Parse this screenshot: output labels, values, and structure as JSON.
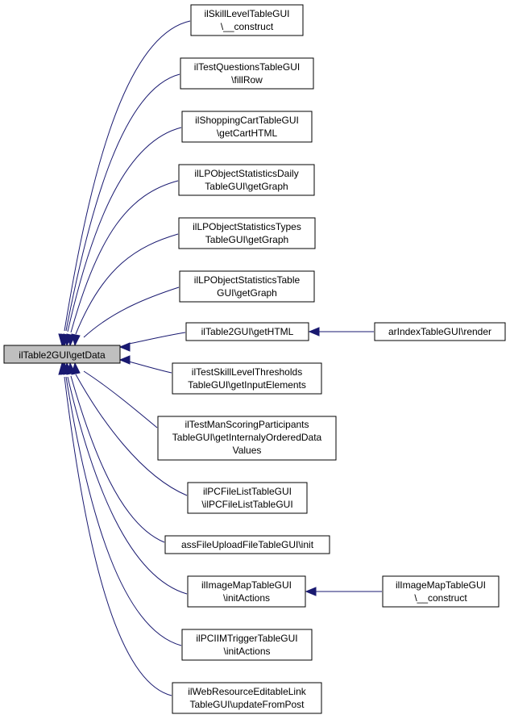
{
  "graph": {
    "colors": {
      "edge": "#191970",
      "root_fill": "#bfbfbf",
      "node_fill": "#ffffff",
      "border": "#000000"
    },
    "root": {
      "id": "root",
      "lines": [
        "ilTable2GUI\\getData"
      ]
    },
    "nodes": [
      {
        "id": "n1",
        "lines": [
          "ilSkillLevelTableGUI",
          "\\__construct"
        ]
      },
      {
        "id": "n2",
        "lines": [
          "ilTestQuestionsTableGUI",
          "\\fillRow"
        ]
      },
      {
        "id": "n3",
        "lines": [
          "ilShoppingCartTableGUI",
          "\\getCartHTML"
        ]
      },
      {
        "id": "n4",
        "lines": [
          "ilLPObjectStatisticsDaily",
          "TableGUI\\getGraph"
        ]
      },
      {
        "id": "n5",
        "lines": [
          "ilLPObjectStatisticsTypes",
          "TableGUI\\getGraph"
        ]
      },
      {
        "id": "n6",
        "lines": [
          "ilLPObjectStatisticsTable",
          "GUI\\getGraph"
        ]
      },
      {
        "id": "n7",
        "lines": [
          "ilTable2GUI\\getHTML"
        ]
      },
      {
        "id": "n8",
        "lines": [
          "ilTestSkillLevelThresholds",
          "TableGUI\\getInputElements"
        ]
      },
      {
        "id": "n9",
        "lines": [
          "ilTestManScoringParticipants",
          "TableGUI\\getInternalyOrderedData",
          "Values"
        ]
      },
      {
        "id": "n10",
        "lines": [
          "ilPCFileListTableGUI",
          "\\ilPCFileListTableGUI"
        ]
      },
      {
        "id": "n11",
        "lines": [
          "assFileUploadFileTableGUI\\init"
        ]
      },
      {
        "id": "n12",
        "lines": [
          "ilImageMapTableGUI",
          "\\initActions"
        ]
      },
      {
        "id": "n13",
        "lines": [
          "ilPCIIMTriggerTableGUI",
          "\\initActions"
        ]
      },
      {
        "id": "n14",
        "lines": [
          "ilWebResourceEditableLink",
          "TableGUI\\updateFromPost"
        ]
      },
      {
        "id": "n15",
        "lines": [
          "arIndexTableGUI\\render"
        ]
      },
      {
        "id": "n16",
        "lines": [
          "ilImageMapTableGUI",
          "\\__construct"
        ]
      }
    ],
    "edges": [
      {
        "from": "n1",
        "to": "root"
      },
      {
        "from": "n2",
        "to": "root"
      },
      {
        "from": "n3",
        "to": "root"
      },
      {
        "from": "n4",
        "to": "root"
      },
      {
        "from": "n5",
        "to": "root"
      },
      {
        "from": "n6",
        "to": "root"
      },
      {
        "from": "n7",
        "to": "root"
      },
      {
        "from": "n8",
        "to": "root"
      },
      {
        "from": "n9",
        "to": "root"
      },
      {
        "from": "n10",
        "to": "root"
      },
      {
        "from": "n11",
        "to": "root"
      },
      {
        "from": "n12",
        "to": "root"
      },
      {
        "from": "n13",
        "to": "root"
      },
      {
        "from": "n14",
        "to": "root"
      },
      {
        "from": "n15",
        "to": "n7"
      },
      {
        "from": "n16",
        "to": "n12"
      }
    ]
  }
}
